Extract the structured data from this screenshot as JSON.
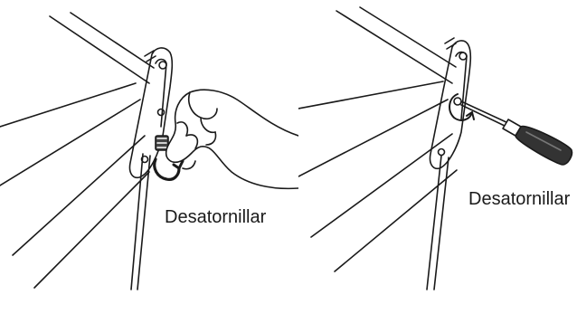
{
  "panels": [
    {
      "caption": "Desatornillar",
      "illustration": "hand-unscrewing-bolt"
    },
    {
      "caption": "Desatornillar",
      "illustration": "screwdriver-unscrewing-bolt"
    }
  ],
  "colors": {
    "line": "#1a1a1a",
    "background": "#ffffff",
    "arrow": "#1a1a1a",
    "handle": "#333333"
  }
}
